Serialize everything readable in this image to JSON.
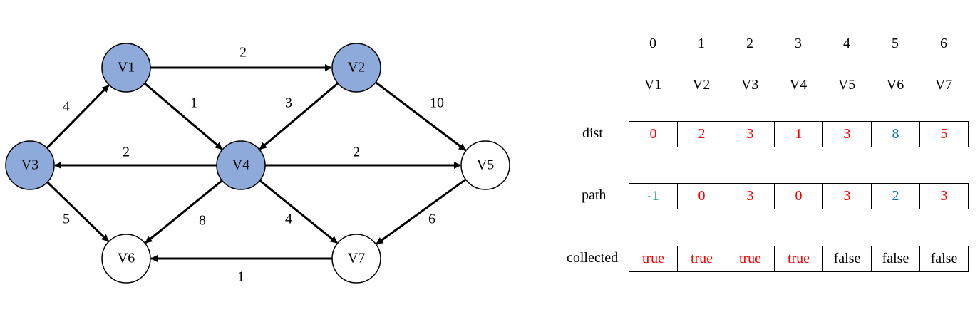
{
  "graph": {
    "nodes": [
      {
        "id": "V1",
        "label": "V1",
        "collected": true
      },
      {
        "id": "V2",
        "label": "V2",
        "collected": true
      },
      {
        "id": "V3",
        "label": "V3",
        "collected": true
      },
      {
        "id": "V4",
        "label": "V4",
        "collected": true
      },
      {
        "id": "V5",
        "label": "V5",
        "collected": false
      },
      {
        "id": "V6",
        "label": "V6",
        "collected": false
      },
      {
        "id": "V7",
        "label": "V7",
        "collected": false
      }
    ],
    "edges": [
      {
        "from": "V1",
        "to": "V2",
        "weight": "2"
      },
      {
        "from": "V1",
        "to": "V4",
        "weight": "1"
      },
      {
        "from": "V3",
        "to": "V1",
        "weight": "4"
      },
      {
        "from": "V2",
        "to": "V4",
        "weight": "3"
      },
      {
        "from": "V2",
        "to": "V5",
        "weight": "10"
      },
      {
        "from": "V4",
        "to": "V3",
        "weight": "2"
      },
      {
        "from": "V4",
        "to": "V5",
        "weight": "2"
      },
      {
        "from": "V3",
        "to": "V6",
        "weight": "5"
      },
      {
        "from": "V4",
        "to": "V6",
        "weight": "8"
      },
      {
        "from": "V4",
        "to": "V7",
        "weight": "4"
      },
      {
        "from": "V5",
        "to": "V7",
        "weight": "6"
      },
      {
        "from": "V7",
        "to": "V6",
        "weight": "1"
      }
    ]
  },
  "colors": {
    "collected_fill": "#8eaadb",
    "uncollected_fill": "#ffffff",
    "red": "#ff0000",
    "blue": "#0070c0",
    "green": "#00a050",
    "black": "#000000"
  },
  "table": {
    "indices": [
      "0",
      "1",
      "2",
      "3",
      "4",
      "5",
      "6"
    ],
    "vertices": [
      "V1",
      "V2",
      "V3",
      "V4",
      "V5",
      "V6",
      "V7"
    ],
    "rows": [
      {
        "label": "dist",
        "cells": [
          {
            "text": "0",
            "color": "red"
          },
          {
            "text": "2",
            "color": "red"
          },
          {
            "text": "3",
            "color": "red"
          },
          {
            "text": "1",
            "color": "red"
          },
          {
            "text": "3",
            "color": "red"
          },
          {
            "text": "8",
            "color": "blue"
          },
          {
            "text": "5",
            "color": "red"
          }
        ]
      },
      {
        "label": "path",
        "cells": [
          {
            "text": "-1",
            "color": "green"
          },
          {
            "text": "0",
            "color": "red"
          },
          {
            "text": "3",
            "color": "red"
          },
          {
            "text": "0",
            "color": "red"
          },
          {
            "text": "3",
            "color": "red"
          },
          {
            "text": "2",
            "color": "blue"
          },
          {
            "text": "3",
            "color": "red"
          }
        ]
      },
      {
        "label": "collected",
        "cells": [
          {
            "text": "true",
            "color": "red"
          },
          {
            "text": "true",
            "color": "red"
          },
          {
            "text": "true",
            "color": "red"
          },
          {
            "text": "true",
            "color": "red"
          },
          {
            "text": "false",
            "color": "black"
          },
          {
            "text": "false",
            "color": "black"
          },
          {
            "text": "false",
            "color": "black"
          }
        ]
      }
    ]
  }
}
